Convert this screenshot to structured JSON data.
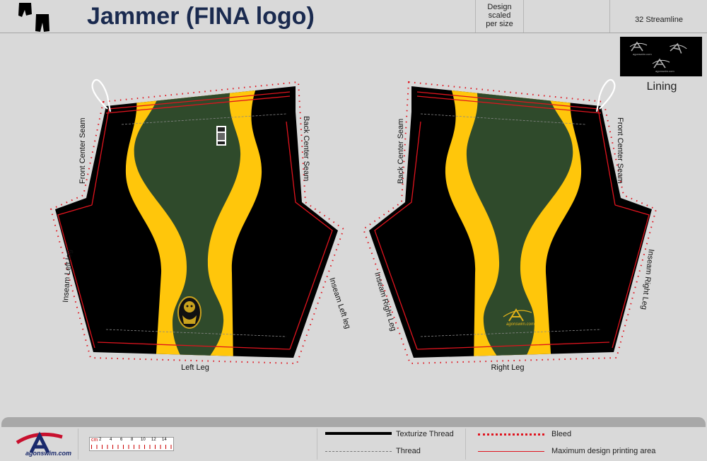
{
  "header": {
    "title": "Jammer (FINA logo)",
    "design_note": [
      "Design",
      "scaled",
      "per size"
    ],
    "style_name": "32 Streamline"
  },
  "colors": {
    "black": "#000000",
    "green": "#2f4a2b",
    "yellow": "#ffc60b",
    "bleed": "#e0141e",
    "title": "#1a2a4f"
  },
  "lining": {
    "label": "Lining",
    "logo_icons": [
      "agon-logo-icon",
      "agon-logo-icon",
      "agon-logo-icon"
    ]
  },
  "panels": {
    "left": {
      "name": "Left Leg",
      "seams": {
        "front": "Front Center Seam",
        "back": "Back Center Seam",
        "inseam_outer": "Inseam Left leg",
        "inseam_inner": "Inseam Left leg"
      },
      "emblems": [
        "fina-label-icon",
        "bear-mascot-icon"
      ]
    },
    "right": {
      "name": "Right Leg",
      "seams": {
        "back": "Back Center Seam",
        "front": "Front Center Seam",
        "inseam_outer": "Inseam Right Leg",
        "inseam_inner": "Inseam Right Leg"
      },
      "emblems": [
        "agonswim-logo-icon"
      ]
    }
  },
  "footer": {
    "brand": "agonswim.com",
    "ruler": {
      "unit": "cm",
      "ticks": [
        "2",
        "4",
        "6",
        "8",
        "10",
        "12",
        "14"
      ]
    },
    "legend": {
      "texturize_thread": "Texturize Thread",
      "thread": "Thread",
      "bleed": "Bleed",
      "max_area": "Maximum design printing area"
    }
  }
}
